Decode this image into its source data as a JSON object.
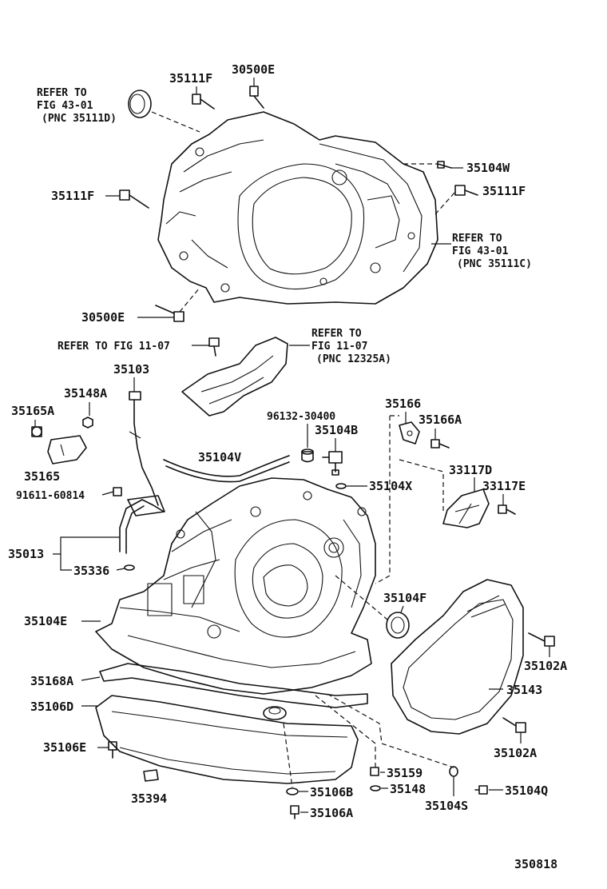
{
  "diagram_id": "350818",
  "labels": {
    "p_35111F_top": "35111F",
    "p_30500E_top": "30500E",
    "ref_43_01_d": [
      "REFER TO",
      "FIG 43-01",
      "(PNC 35111D)"
    ],
    "p_35104W": "35104W",
    "p_35111F_left": "35111F",
    "p_35111F_right": "35111F",
    "ref_43_01_c": [
      "REFER TO",
      "FIG 43-01",
      "(PNC 35111C)"
    ],
    "p_30500E_bottom": "30500E",
    "ref_11_07_a": "REFER TO FIG 11-07",
    "ref_11_07_b": [
      "REFER TO",
      "FIG 11-07",
      "(PNC 12325A)"
    ],
    "p_35103": "35103",
    "p_35148A": "35148A",
    "p_35165A": "35165A",
    "p_35165": "35165",
    "p_96132_30400": "96132-30400",
    "p_35104B": "35104B",
    "p_35166": "35166",
    "p_35166A": "35166A",
    "p_35104V": "35104V",
    "p_35104X": "35104X",
    "p_33117D": "33117D",
    "p_33117E": "33117E",
    "p_91611_60814": "91611-60814",
    "p_35013": "35013",
    "p_35336": "35336",
    "p_35104F": "35104F",
    "p_35104E": "35104E",
    "p_35102A_top": "35102A",
    "p_35168A": "35168A",
    "p_35143": "35143",
    "p_35106D": "35106D",
    "p_35106E": "35106E",
    "p_35102A_bottom": "35102A",
    "p_35159": "35159",
    "p_35394": "35394",
    "p_35106B": "35106B",
    "p_35148": "35148",
    "p_35104Q": "35104Q",
    "p_35106A": "35106A",
    "p_35104S": "35104S"
  }
}
